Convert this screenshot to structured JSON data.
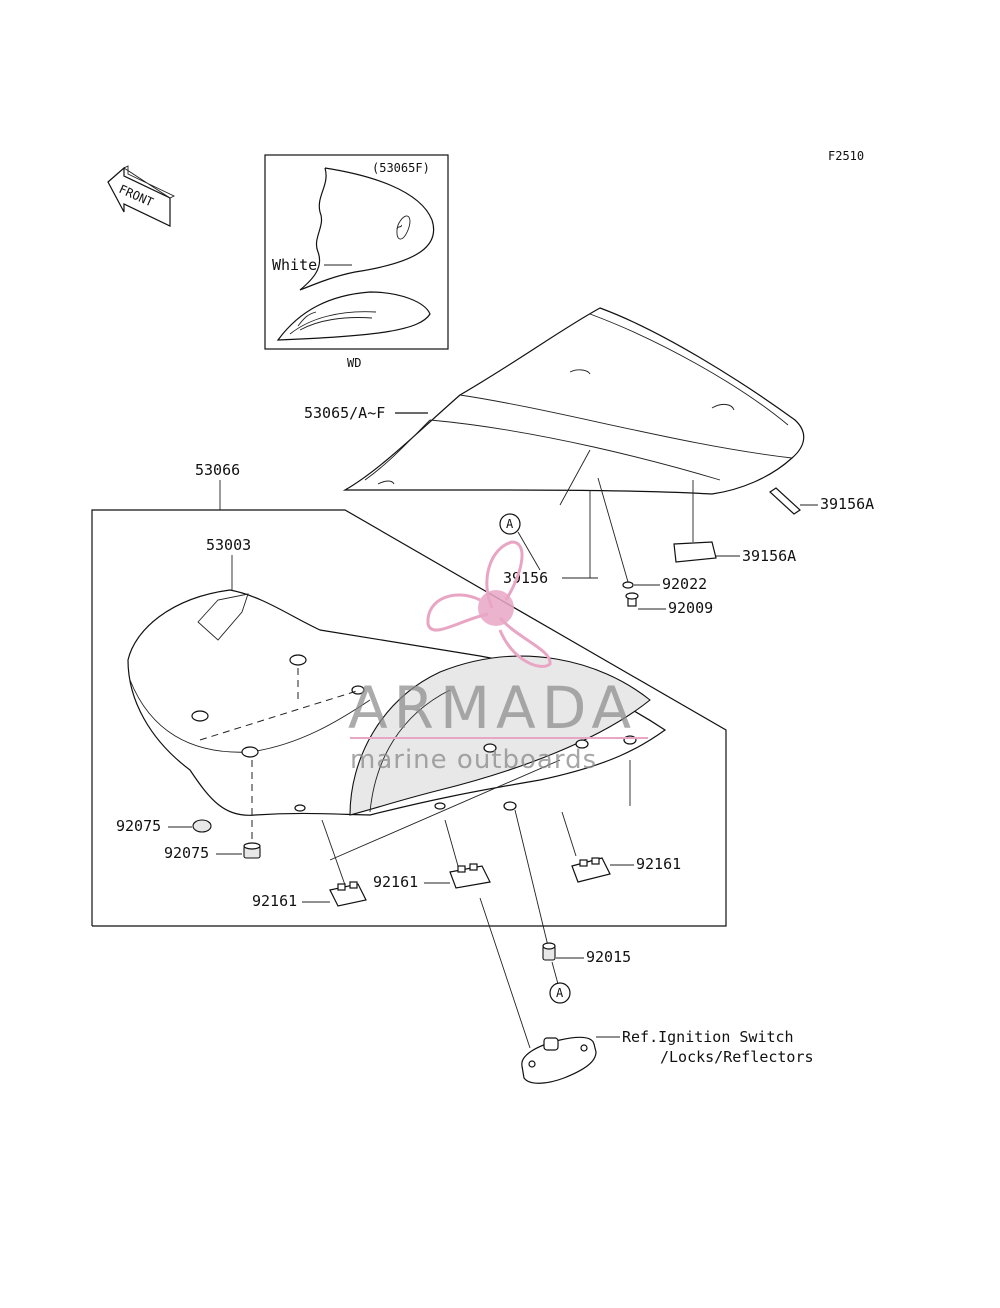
{
  "figure_code": "F2510",
  "front_arrow_label": "FRONT",
  "inset": {
    "part_ref": "(53065F)",
    "color_note": "White",
    "caption": "WD"
  },
  "callouts": {
    "seat_cover": "53065/A~F",
    "seat_assy": "53066",
    "seat_pad": "53003",
    "strap": "39156",
    "reflector_a": "39156A",
    "reflector_b": "39156A",
    "washer": "92022",
    "screw": "92009",
    "damper_1": "92075",
    "damper_2": "92075",
    "bracket_1": "92161",
    "bracket_2": "92161",
    "bracket_3": "92161",
    "collar": "92015",
    "marker_a1": "A",
    "marker_a2": "A",
    "ref_line1": "Ref.Ignition Switch",
    "ref_line2": "/Locks/Reflectors"
  },
  "watermark": {
    "brand": "ARMADA",
    "tagline": "marine outboards",
    "logo_color": "#e8a6c4"
  }
}
